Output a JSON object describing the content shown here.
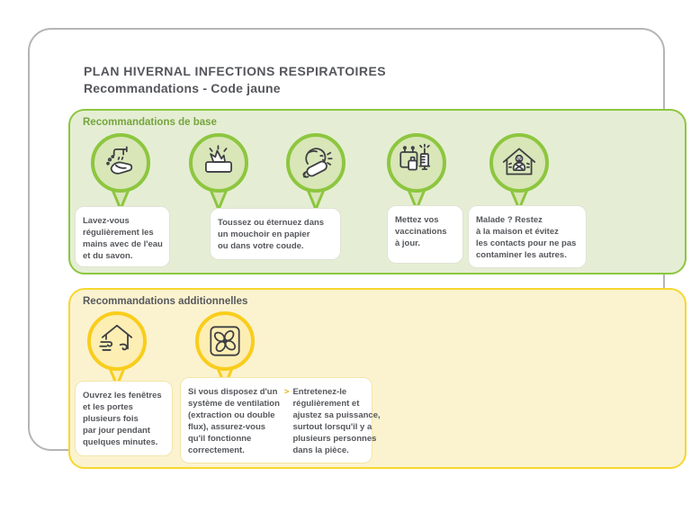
{
  "header": {
    "title": "PLAN HIVERNAL INFECTIONS RESPIRATOIRES",
    "subtitle_prefix": "Recommandations - ",
    "subtitle_emphasis": "Code jaune"
  },
  "colors": {
    "green_accent": "#8dc63f",
    "green_panel_bg": "#e5eed4",
    "green_circle_fill": "#d9e6b8",
    "green_label_text": "#75a43c",
    "yellow_accent": "#f7d72e",
    "yellow_circle_ring": "#f9cd1b",
    "yellow_panel_bg": "#fbf3d0",
    "yellow_circle_fill": "#fdeeb4",
    "body_text": "#55575b",
    "card_border": "#b5b5b5",
    "chevron": "#e9b320"
  },
  "sections": {
    "base": {
      "label": "Recommandations de base",
      "items": [
        {
          "icon": "handwash-icon",
          "text": "Lavez-vous\nrégulièrement les\nmains avec de l'eau\net du savon."
        },
        {
          "icons": [
            "tissue-box-icon",
            "cough-elbow-icon"
          ],
          "text": "Toussez ou éternuez dans\nun mouchoir en papier\nou dans votre coude."
        },
        {
          "icon": "vaccination-calendar-icon",
          "text": "Mettez vos\nvaccinations\nà jour."
        },
        {
          "icon": "stay-home-sick-icon",
          "text": "Malade ? Restez\nà la maison et évitez\nles contacts pour ne pas\ncontaminer les autres."
        }
      ]
    },
    "additional": {
      "label": "Recommandations additionnelles",
      "items": [
        {
          "icon": "open-window-icon",
          "text": "Ouvrez les fenêtres\net les portes\nplusieurs fois\npar jour pendant\nquelques minutes."
        },
        {
          "icon": "ventilation-fan-icon",
          "text_left": "Si vous disposez d'un\nsystème de ventilation\n(extraction ou double\nflux), assurez-vous\nqu'il fonctionne\ncorrectement.",
          "chevron": ">",
          "text_right": "Entretenez-le\nrégulièrement et\najustez sa puissance,\nsurtout lorsqu'il y a\nplusieurs personnes\ndans la pièce."
        }
      ]
    }
  }
}
